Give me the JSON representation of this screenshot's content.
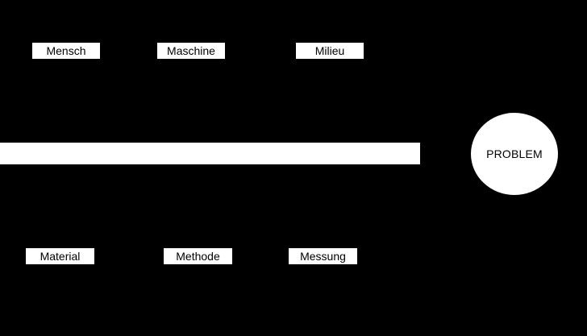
{
  "diagram": {
    "type": "fishbone",
    "colors": {
      "background": "#000000",
      "foreground": "#ffffff",
      "text": "#000000"
    },
    "top_categories": [
      "Mensch",
      "Maschine",
      "Milieu"
    ],
    "bottom_categories": [
      "Material",
      "Methode",
      "Messung"
    ],
    "effect": "PROBLEM"
  }
}
